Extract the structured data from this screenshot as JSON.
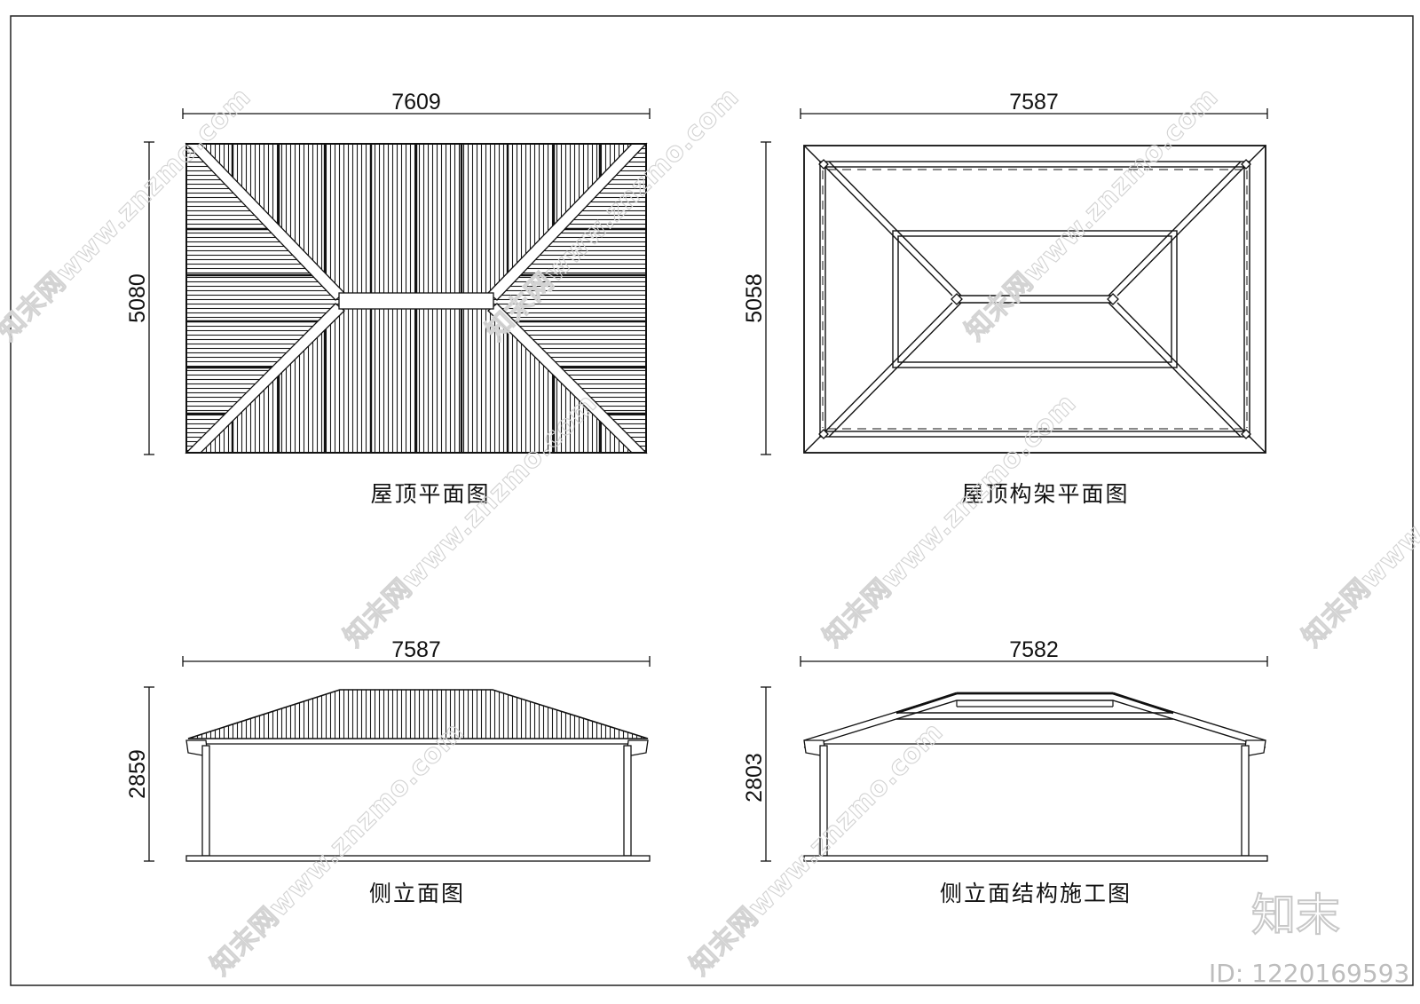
{
  "plan": {
    "width": "7609",
    "height": "5080",
    "title": "屋顶平面图"
  },
  "frame_plan": {
    "width": "7587",
    "height": "5058",
    "title": "屋顶构架平面图"
  },
  "elevation": {
    "width": "7587",
    "height": "2859",
    "title": "侧立面图"
  },
  "structure_elevation": {
    "width": "7582",
    "height": "2803",
    "title": "侧立面结构施工图"
  },
  "watermark": {
    "text": "知末网www.znzmo.com",
    "logo": "知末",
    "id": "ID: 1220169593"
  }
}
